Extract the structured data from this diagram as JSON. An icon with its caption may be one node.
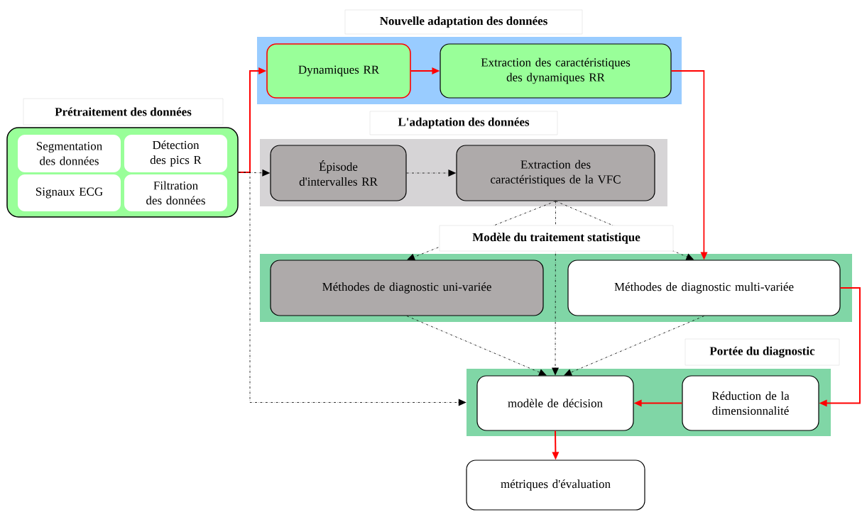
{
  "diagram": {
    "nodes": [
      {
        "text": [
          "Prétraitement des données"
        ]
      },
      {
        "text": [
          "Segmentation des données"
        ],
        "in": 0
      },
      {
        "text": [
          "Détection des pics R"
        ],
        "in": 0
      },
      {
        "text": [
          "Signaux ECG"
        ],
        "in": 0
      },
      {
        "text": [
          "Filtration des données"
        ],
        "in": 0
      },
      {
        "text": [
          "Nouvelle adaptation des données"
        ]
      },
      {
        "text": [
          "Dynamiques RR"
        ],
        "in": 5
      },
      {
        "text": [
          "Extraction des caractéristiques des dynamiques RR"
        ],
        "in": 5
      },
      {
        "text": [
          "L'adaptation des données"
        ]
      },
      {
        "text": [
          "Épisode d'intervalles RR"
        ],
        "in": 8
      },
      {
        "text": [
          "Extraction des caractéristiques de la VFC"
        ],
        "in": 8
      },
      {
        "text": [
          "Modèle du traitement statistique"
        ]
      },
      {
        "text": [
          "Méthodes de diagnostic uni-variée"
        ],
        "in": 11
      },
      {
        "text": [
          "Méthodes de diagnostic multi-variée"
        ],
        "in": 11
      },
      {
        "text": [
          "Portée du diagnostic"
        ]
      },
      {
        "text": [
          "modèle de décision"
        ],
        "in": 14
      },
      {
        "text": [
          "Réduction de la dimensionnalité"
        ],
        "in": 14
      },
      {
        "text": [
          "métriques d'évaluation"
        ]
      }
    ],
    "edges": [
      {
        "from": 0,
        "to": 6,
        "arrow": "to",
        "color": "#ff0000"
      },
      {
        "from": 0,
        "to": 9,
        "arrow": "to",
        "style": "dashed"
      },
      {
        "from": 0,
        "to": 14,
        "arrow": "to",
        "style": "dashed"
      },
      {
        "from": 6,
        "to": 7,
        "arrow": "to",
        "color": "#ff0000"
      },
      {
        "from": 7,
        "to": 13,
        "arrow": "to",
        "color": "#ff0000"
      },
      {
        "from": 9,
        "to": 10,
        "arrow": "to",
        "style": "dashed"
      },
      {
        "from": 10,
        "to": 12,
        "arrow": "to",
        "style": "dashed"
      },
      {
        "from": 10,
        "to": 15,
        "arrow": "to",
        "style": "dashed"
      },
      {
        "from": 10,
        "to": 13,
        "arrow": "to",
        "style": "dashed"
      },
      {
        "from": 12,
        "to": 15,
        "arrow": "to",
        "style": "dashed"
      },
      {
        "from": 13,
        "to": 15,
        "arrow": "to",
        "style": "dashed"
      },
      {
        "from": 13,
        "to": 16,
        "arrow": "to",
        "color": "#ff0000"
      },
      {
        "from": 16,
        "to": 15,
        "arrow": "to",
        "color": "#ff0000"
      },
      {
        "from": 15,
        "to": 17,
        "arrow": "to",
        "color": "#ff0000"
      }
    ]
  }
}
